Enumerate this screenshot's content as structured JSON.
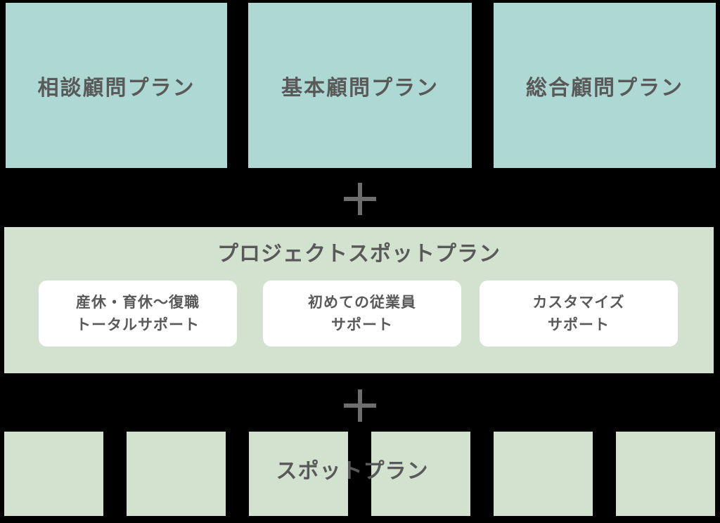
{
  "colors": {
    "background": "#000000",
    "teal_box": "#aed8d3",
    "sage_box": "#d3e2cf",
    "white_box": "#ffffff",
    "text_gray": "#595959",
    "plus_gray": "#6e6e6e"
  },
  "top_plans": [
    {
      "label": "相談顧問プラン"
    },
    {
      "label": "基本顧問プラン"
    },
    {
      "label": "総合顧問プラン"
    }
  ],
  "project_section": {
    "title": "プロジェクトスポットプラン",
    "items": [
      {
        "line1": "産休・育休〜復職",
        "line2": "トータルサポート"
      },
      {
        "line1": "初めての従業員",
        "line2": "サポート"
      },
      {
        "line1": "カスタマイズ",
        "line2": "サポート"
      }
    ]
  },
  "spot_section": {
    "title": "スポットプラン",
    "box_count": 6
  }
}
